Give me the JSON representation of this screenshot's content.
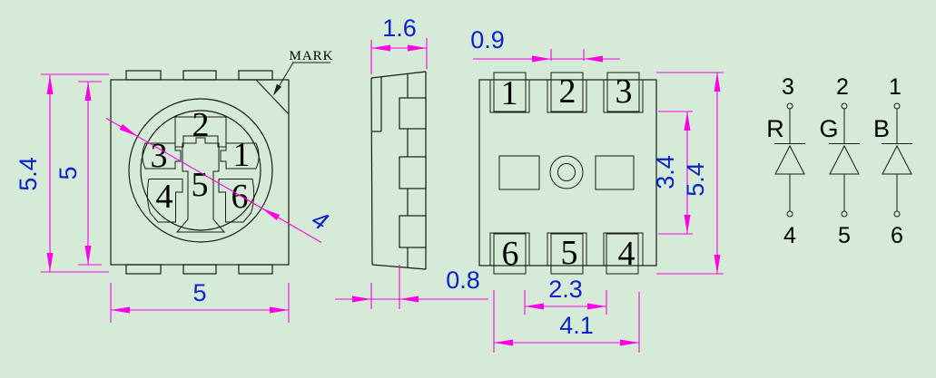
{
  "colors": {
    "background": "#d5ead7",
    "outline": "#1a1a1a",
    "dimension_line": "#ff00e6",
    "dimension_text": "#0a23cc",
    "led_red": "#e81414",
    "led_green": "#22dd22",
    "led_blue": "#2328cc"
  },
  "top_view": {
    "mark": "MARK",
    "dim_height_overall": "5.4",
    "dim_height_body": "5",
    "dim_width": "5",
    "dim_circle_diameter": "4",
    "pads": {
      "p1": "1",
      "p2": "2",
      "p3": "3",
      "p4": "4",
      "p5": "5",
      "p6": "6"
    }
  },
  "side_view": {
    "dim_thickness": "1.6",
    "dim_body_thickness": "0.8"
  },
  "bottom_view": {
    "dim_pad_width": "0.9",
    "dim_pads_vertical_gap": "3.4",
    "dim_height_overall": "5.4",
    "dim_pads_inner_span": "2.3",
    "dim_pads_outer_span": "4.1",
    "pads_top": [
      "1",
      "2",
      "3"
    ],
    "pads_bottom": [
      "6",
      "5",
      "4"
    ]
  },
  "schematic": {
    "diodes": [
      {
        "label": "R",
        "top_pin": "3",
        "bottom_pin": "4",
        "color": "#e81414"
      },
      {
        "label": "G",
        "top_pin": "2",
        "bottom_pin": "5",
        "color": "#22dd22"
      },
      {
        "label": "B",
        "top_pin": "1",
        "bottom_pin": "6",
        "color": "#2328cc"
      }
    ]
  }
}
